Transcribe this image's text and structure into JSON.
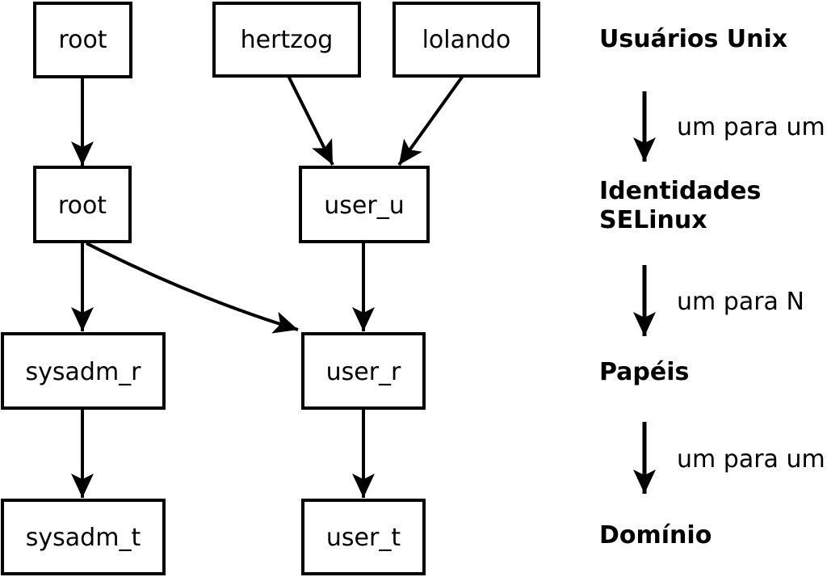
{
  "colors": {
    "ink": "#000000",
    "background": "#ffffff"
  },
  "diagram": {
    "nodes": [
      {
        "label": "root"
      },
      {
        "label": "hertzog"
      },
      {
        "label": "lolando"
      },
      {
        "label": "root"
      },
      {
        "label": "user_u"
      },
      {
        "label": "sysadm_r"
      },
      {
        "label": "user_r"
      },
      {
        "label": "sysadm_t"
      },
      {
        "label": "user_t"
      }
    ]
  },
  "legend": {
    "unix_users": "Usuários Unix",
    "one_to_one_first": "um para um",
    "identities_line1": "Identidades",
    "identities_line2": "SELinux",
    "one_to_n": "um para N",
    "roles": "Papéis",
    "one_to_one_second": "um para um",
    "domain": "Domínio"
  }
}
